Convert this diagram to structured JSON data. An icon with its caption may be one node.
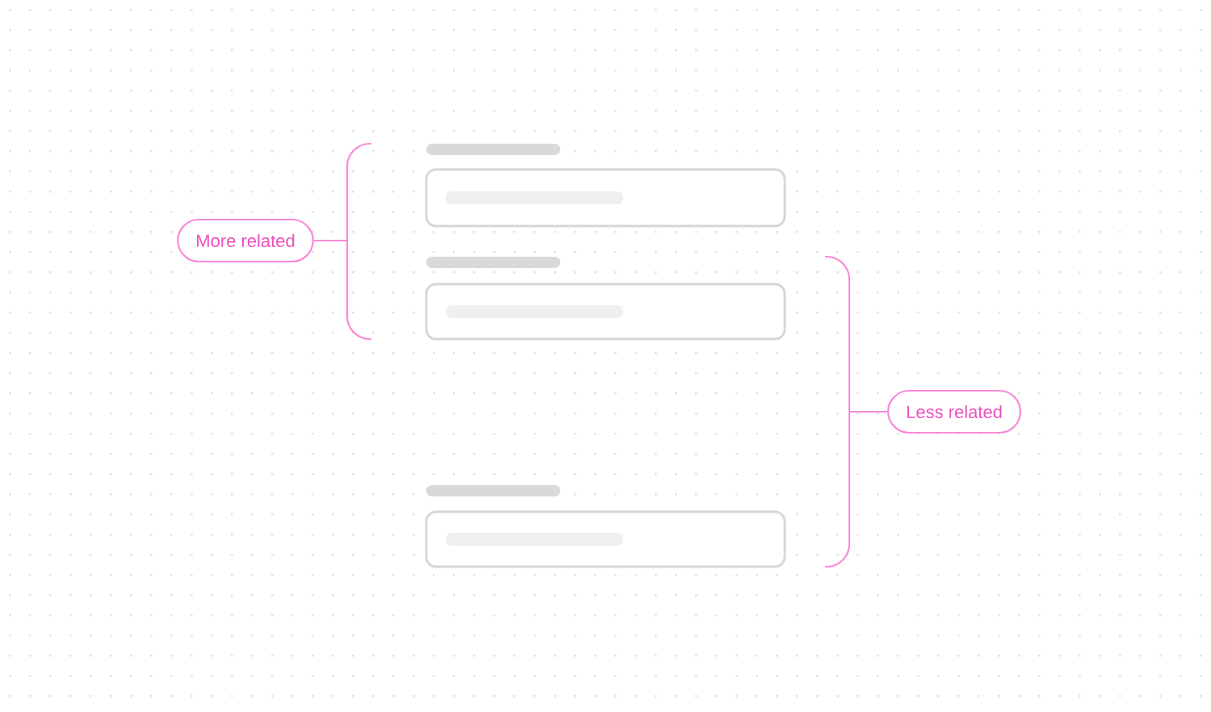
{
  "diagram": {
    "nodes": [
      {
        "text": [],
        "shape": "bar"
      },
      {
        "text": [],
        "shape": "box"
      },
      {
        "text": [
          "More related"
        ]
      },
      {
        "text": [],
        "shape": "bar"
      },
      {
        "text": [],
        "shape": "box"
      },
      {
        "text": [
          "Less related"
        ]
      },
      {
        "text": [],
        "shape": "bar"
      },
      {
        "text": [],
        "shape": "box"
      }
    ]
  }
}
